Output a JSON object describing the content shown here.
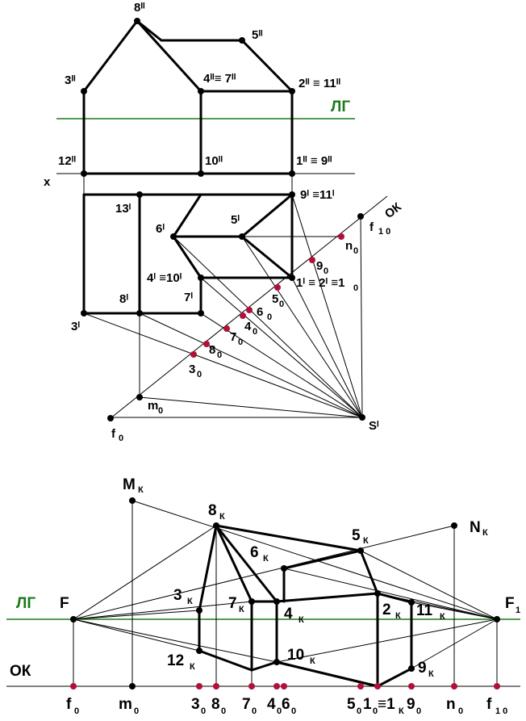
{
  "colors": {
    "line": "#000000",
    "ground_line": "#1c7a1c",
    "point_black": "#000000",
    "point_red": "#b0103a"
  },
  "labels": {
    "p8_2": "8ᴵᴵ",
    "p5_2": "5ᴵᴵ",
    "p3_2": "3ᴵᴵ",
    "p4_7_2": "4ᴵᴵ≡ 7ᴵᴵ",
    "p2_11_2": "2ᴵᴵ ≡ 11ᴵᴵ",
    "lg_top": "ЛГ",
    "p12_2": "12ᴵᴵ",
    "p10_2": "10ᴵᴵ",
    "p1_9_2": "1ᴵᴵ ≡ 9ᴵᴵ",
    "axis_x": "x",
    "p9_11_1": "9ᴵ ≡11ᴵ",
    "ok_top": "ОК",
    "p13_1": "13ᴵ",
    "p6_1": "6ᴵ",
    "p5_1": "5ᴵ",
    "f10_top_main": "f",
    "f10_top_sub": "1 0",
    "n0_top_main": "n",
    "n0_top_sub": "0",
    "p9_0_main": "9",
    "p9_0_sub": "0",
    "p4_10_1": "4ᴵ ≡10ᴵ",
    "p1_2_1_main": "1ᴵ ≡ 2ᴵ ≡1",
    "p1_2_1_sub": "0",
    "p7_1": "7ᴵ",
    "p5_0_main": "5",
    "p5_0_sub": "0",
    "p8_1": "8ᴵ",
    "p6_0_main": "6",
    "p6_0_sub": "0",
    "p4_0_main": "4",
    "p4_0_sub": "0",
    "p3_1": "3ᴵ",
    "p7_0_main": "7",
    "p7_0_sub": "0",
    "p8_0_main": "8",
    "p8_0_sub": "0",
    "p3_0_main": "3",
    "p3_0_sub": "0",
    "m0_top_main": "m",
    "m0_top_sub": "0",
    "f0_top_main": "f",
    "f0_top_sub": "0",
    "s1": "Sᴵ",
    "mk_main": "M",
    "mk_sub": "К",
    "nk_main": "N",
    "nk_sub": "К",
    "k8_main": "8",
    "k8_sub": "К",
    "k5_main": "5",
    "k5_sub": "К",
    "k6_main": "6",
    "k6_sub": "К",
    "k3_main": "3",
    "k3_sub": "К",
    "k7_main": "7",
    "k7_sub": "К",
    "k4_main": "4",
    "k4_sub": "К",
    "k2_main": "2",
    "k2_sub": "К",
    "k11_main": "11",
    "k11_sub": "К",
    "lg_bottom": "ЛГ",
    "F": "F",
    "F1_main": "F",
    "F1_sub": "1",
    "k12_main": "12",
    "k12_sub": "К",
    "k10_main": "10",
    "k10_sub": "К",
    "k9_main": "9",
    "k9_sub": "К",
    "ok_bottom": "ОК",
    "b_f0_main": "f",
    "b_f0_sub": "0",
    "b_m0_main": "m",
    "b_m0_sub": "0",
    "b_3_0_main": "3",
    "b_3_0_sub": "0",
    "b_8_0_main": "8",
    "b_8_0_sub": "0",
    "b_7_0_main": "7",
    "b_7_0_sub": "0",
    "b_4_0_main": "4",
    "b_4_0_sub": "0",
    "b_6_0_main": "6",
    "b_6_0_sub": "0",
    "b_5_0_main": "5",
    "b_5_0_sub": "0",
    "b_1_0_main": "1",
    "b_1_0_sub": "0",
    "b_eq1k_main": "≡1",
    "b_eq1k_sub": "К",
    "b_9_0_main": "9",
    "b_9_0_sub": "0",
    "b_n0_main": "n",
    "b_n0_sub": "0",
    "b_f10_main": "f",
    "b_f10_sub": "1 0"
  }
}
